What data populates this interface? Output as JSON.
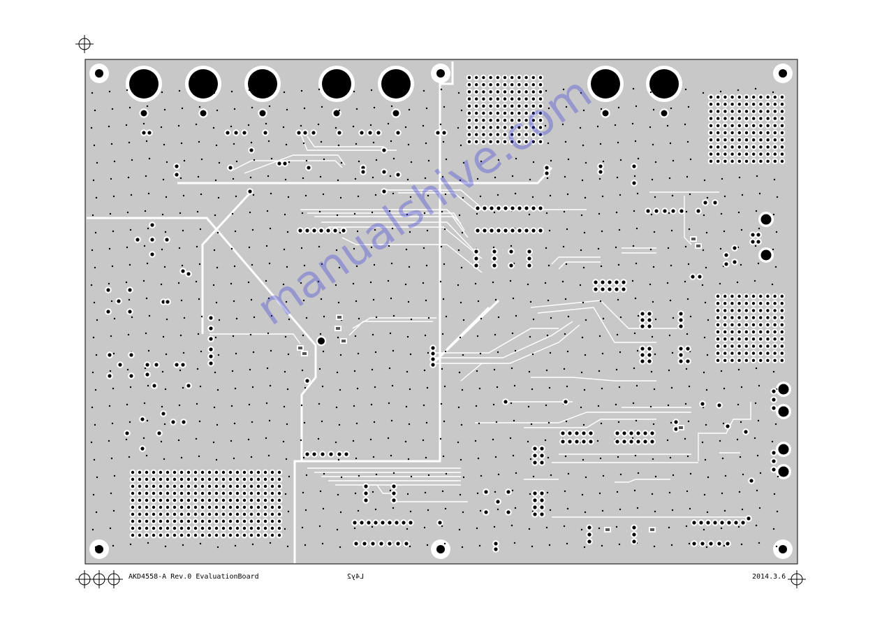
{
  "footer": {
    "board_name": "AKD4558-A Rev.0 EvaluationBoard",
    "layer_label": "L4y2",
    "date": "2014.3.6"
  },
  "watermark": {
    "text": "manualshive.com"
  },
  "colors": {
    "copper_fill": "#c8c8c8",
    "background": "#ffffff",
    "outline": "#000000",
    "watermark": "#4646dc"
  },
  "icons": {
    "registration_mark": "crosshair-target-icon",
    "mounting_hole": "mounting-hole-icon",
    "connector_pad": "large-pad-icon"
  }
}
